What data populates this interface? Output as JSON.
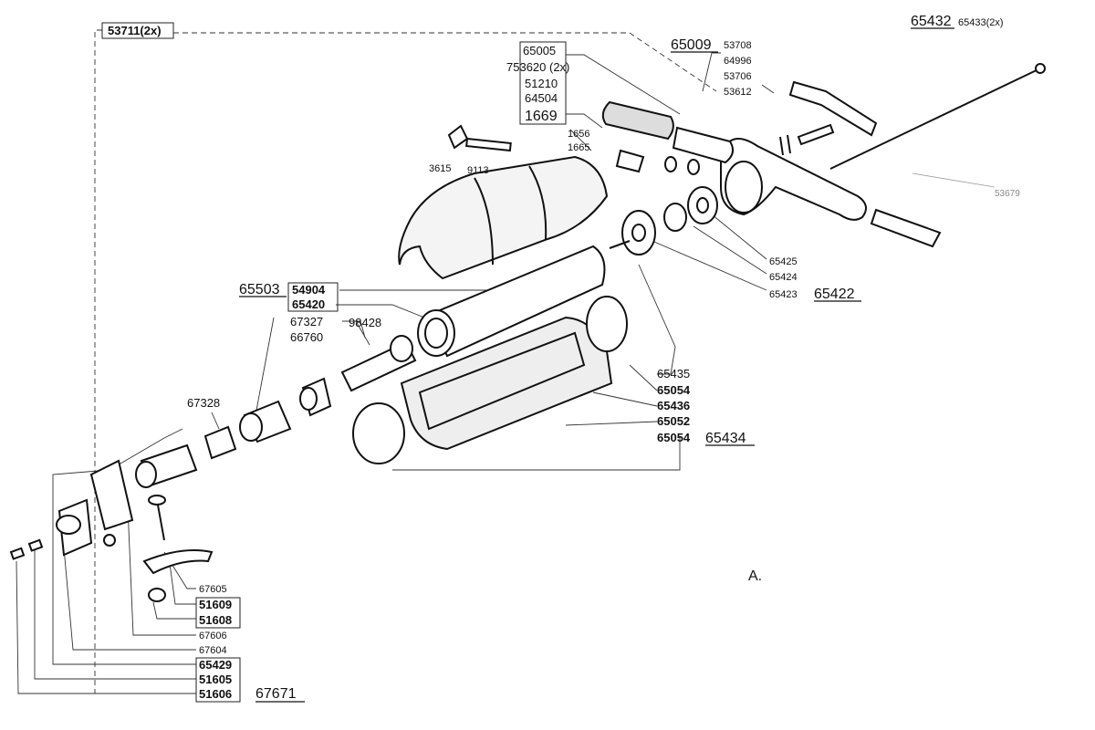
{
  "diagram_id": "A.",
  "colors": {
    "ink": "#111111",
    "faint": "#888888",
    "paper": "#ffffff"
  },
  "labels": {
    "p53711": "53711(2x)",
    "p65432": "65432",
    "p65433": "65433(2x)",
    "p65009": "65009",
    "p53708": "53708",
    "p64996": "64996",
    "p53706": "53706",
    "p53612": "53612",
    "p65005": "65005",
    "p753620": "753620 (2x)",
    "p51210": "51210",
    "p64504": "64504",
    "p1669": "1669",
    "p1656": "1656",
    "p1665": "1665",
    "p3615": "3615",
    "p9113": "9113",
    "p53679": "53679",
    "p65425": "65425",
    "p65424": "65424",
    "p65423": "65423",
    "p65422": "65422",
    "p65503": "65503",
    "p54904": "54904",
    "p65420": "65420",
    "p67327": "67327",
    "p66760": "66760",
    "p98428": "98428",
    "p67328": "67328",
    "p65435": "65435",
    "p65054a": "65054",
    "p65436": "65436",
    "p65052": "65052",
    "p65054b": "65054",
    "p65434": "65434",
    "p67605": "67605",
    "p51609": "51609",
    "p51608": "51608",
    "p67606": "67606",
    "p67604": "67604",
    "p65429": "65429",
    "p51605": "51605",
    "p51606": "51606",
    "p67671": "67671"
  }
}
